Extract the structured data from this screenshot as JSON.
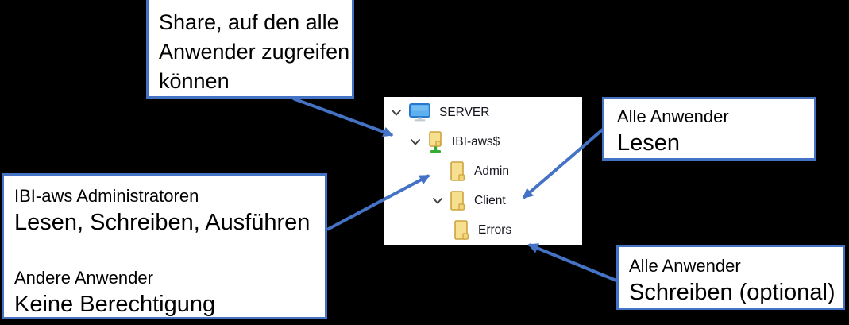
{
  "colors": {
    "background": "#000000",
    "accent_blue": "#4472C4",
    "panel_bg": "#FFFFFF",
    "folder_yellow": "#F6DF8E",
    "folder_outline": "#CDA33F",
    "share_green": "#35AD35",
    "monitor_frame_blue": "#2779CC",
    "monitor_screen_blue": "#5FB0EE",
    "chevron_gray": "#3F3F46"
  },
  "tree": {
    "items": [
      {
        "label": "SERVER",
        "icon": "computer-icon",
        "level": 0,
        "chevron": "expanded"
      },
      {
        "label": "IBI-aws$",
        "icon": "shared-folder-icon",
        "level": 1,
        "chevron": "expanded"
      },
      {
        "label": "Admin",
        "icon": "folder-icon",
        "level": 2,
        "chevron": "none"
      },
      {
        "label": "Client",
        "icon": "folder-icon",
        "level": 2,
        "chevron": "expanded"
      },
      {
        "label": "Errors",
        "icon": "folder-icon",
        "level": 3,
        "chevron": "none"
      }
    ]
  },
  "callouts": {
    "share_note": {
      "lines": [
        "Share, auf den alle",
        "Anwender zugreifen",
        "können"
      ]
    },
    "admin_permissions": {
      "group1_title": "IBI-aws Administratoren",
      "group1_permission": "Lesen, Schreiben, Ausführen",
      "group2_title": "Andere Anwender",
      "group2_permission": "Keine Berechtigung"
    },
    "client_permissions": {
      "title": "Alle Anwender",
      "permission": "Lesen"
    },
    "errors_permissions": {
      "title": "Alle Anwender",
      "permission": "Schreiben (optional)"
    }
  }
}
